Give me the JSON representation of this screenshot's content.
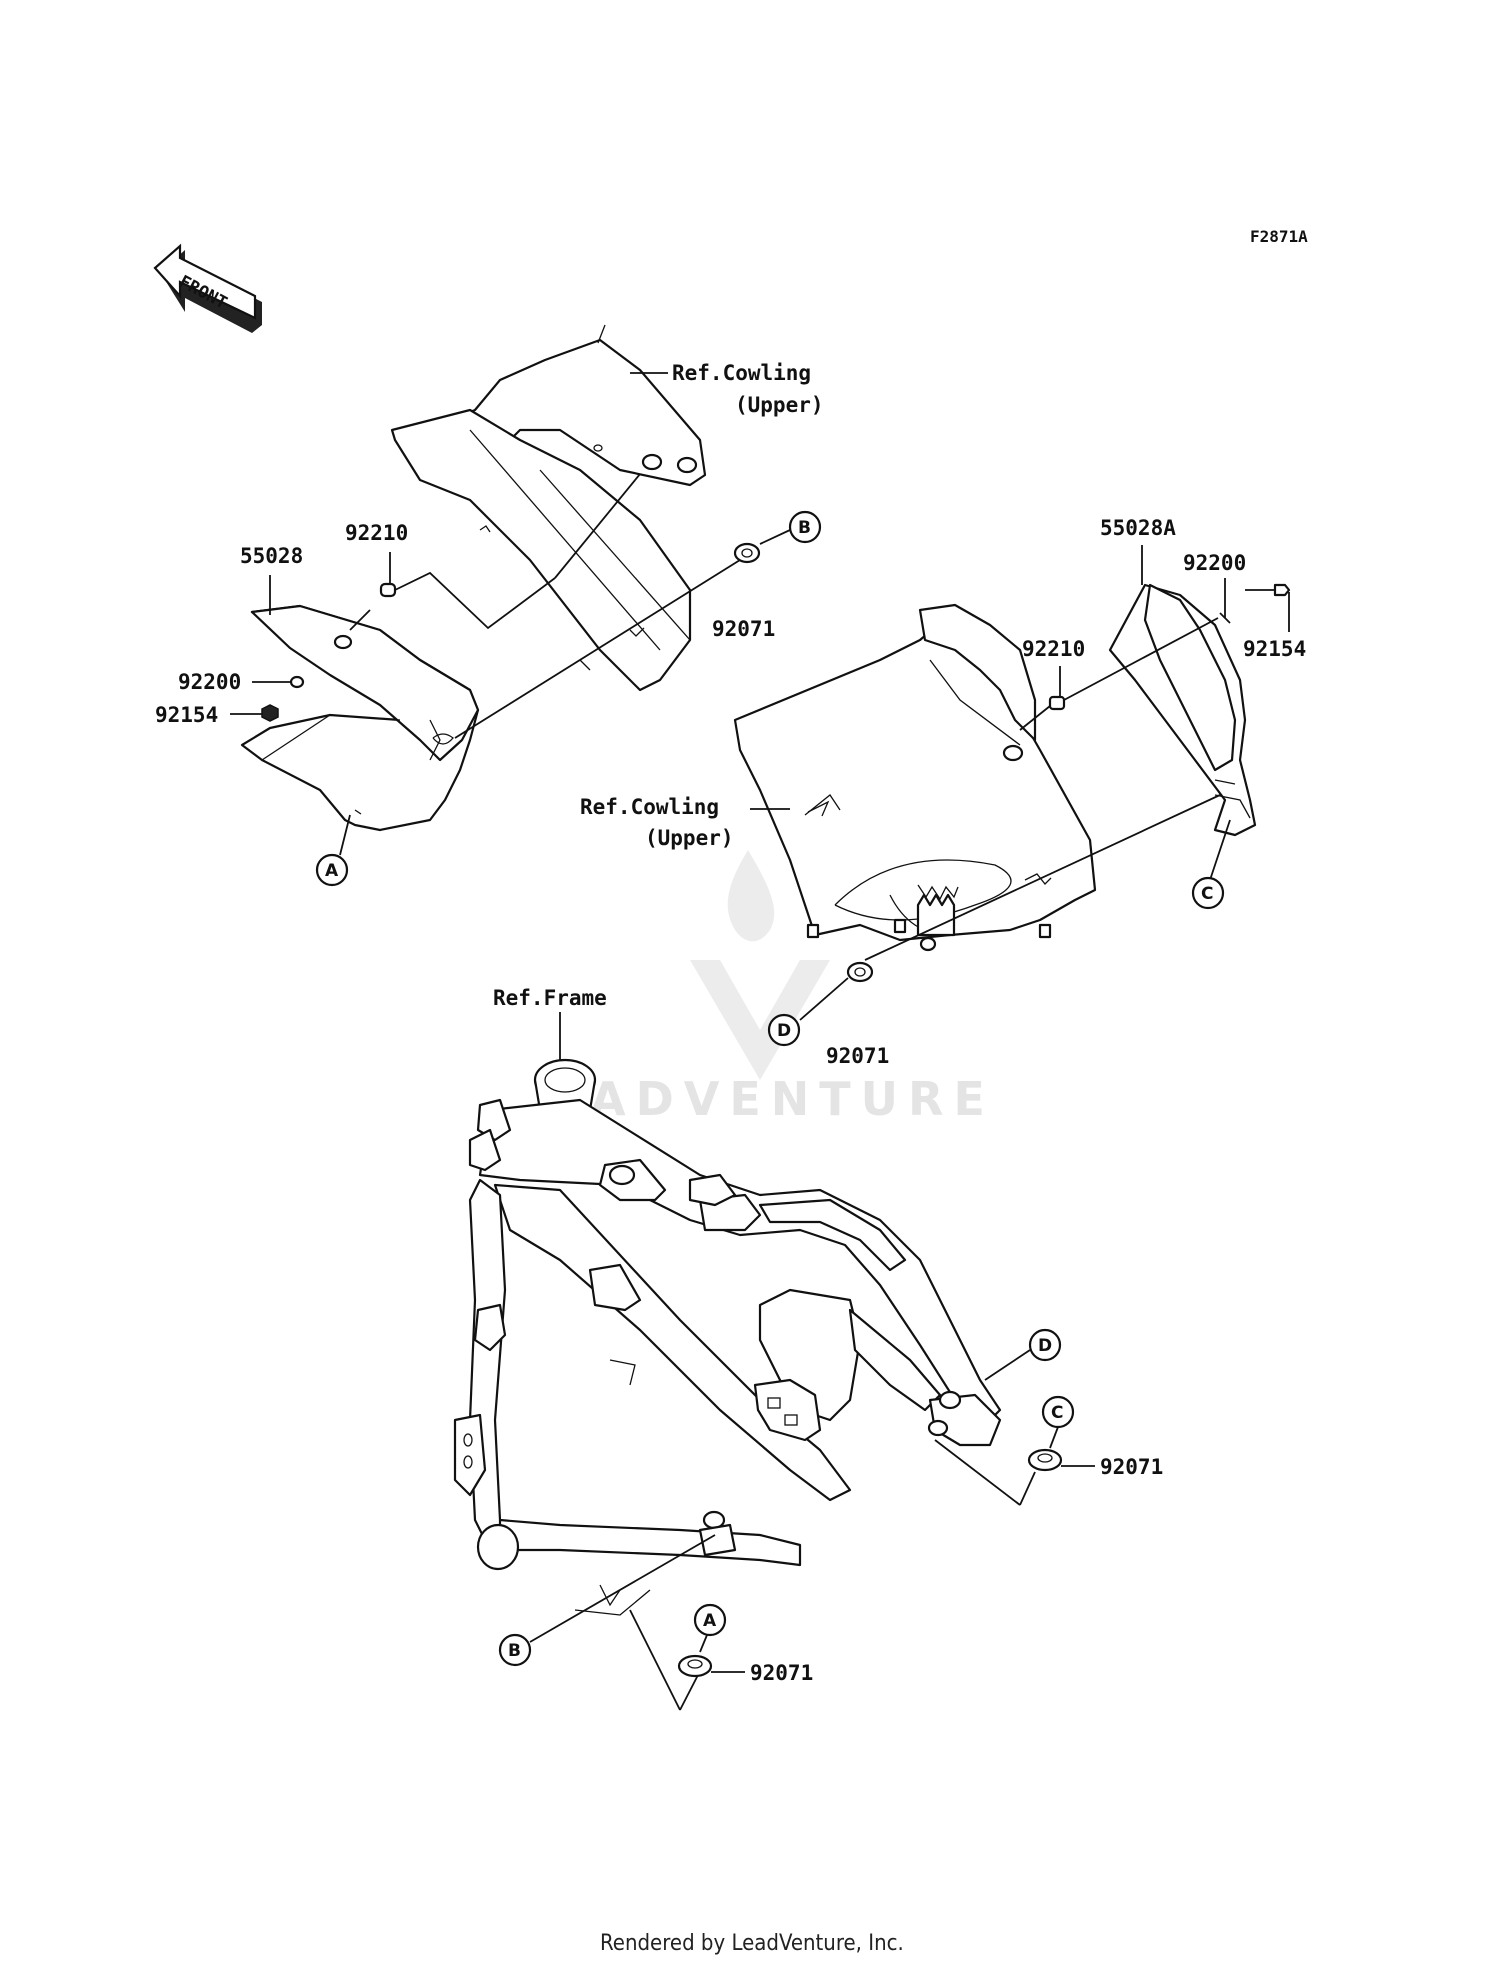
{
  "diagram_code": "F2871A",
  "front_label": "FRONT",
  "watermark": "ADVENTURE",
  "footer": "Rendered by LeadVenture, Inc.",
  "refs": {
    "cowling_upper_left_1": "Ref.Cowling",
    "cowling_upper_left_2": "(Upper)",
    "cowling_upper_right_1": "Ref.Cowling",
    "cowling_upper_right_2": "(Upper)",
    "frame": "Ref.Frame"
  },
  "parts": {
    "left_panel": "55028",
    "left_collar": "92210",
    "left_washer": "92200",
    "left_bolt": "92154",
    "grommet_b": "92071",
    "right_panel": "55028A",
    "right_washer": "92200",
    "right_collar": "92210",
    "right_bolt": "92154",
    "grommet_d": "92071",
    "grommet_c": "92071",
    "grommet_a": "92071"
  },
  "callouts": {
    "a1": "A",
    "b1": "B",
    "c1": "C",
    "d1": "D",
    "a2": "A",
    "b2": "B",
    "c2": "C",
    "d2": "D"
  }
}
